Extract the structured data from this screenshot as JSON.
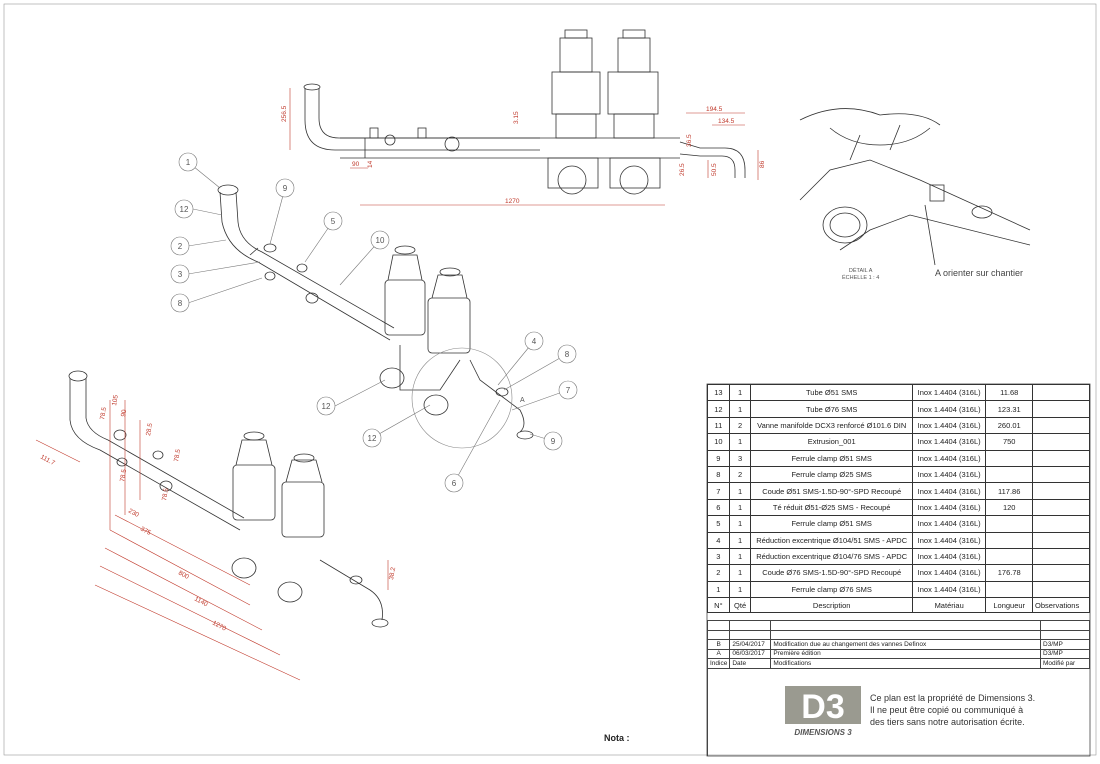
{
  "drawing": {
    "balloons": [
      "1",
      "12",
      "2",
      "3",
      "8",
      "9",
      "5",
      "10",
      "4",
      "8",
      "7",
      "12",
      "12",
      "6",
      "9"
    ],
    "top_view_dims": [
      "256.5",
      "90",
      "14",
      "1270",
      "3.15",
      "194.5",
      "134.5",
      "36.5",
      "26.5",
      "50.5",
      "86"
    ],
    "iso_dims": [
      "111.7",
      "78.5",
      "105",
      "90",
      "28.5",
      "78.5",
      "78.5",
      "78.5",
      "230",
      "375",
      "800",
      "1140",
      "1270",
      "38.2"
    ],
    "detail_title": "DÉTAIL A\nÉCHELLE 1 : 4",
    "detail_title_line1": "DÉTAIL A",
    "detail_title_line2": "ÉCHELLE 1 : 4",
    "detail_callout": "A orienter sur chantier",
    "section_label": "A",
    "nota_label": "Nota :"
  },
  "bom": {
    "headers": {
      "n": "N°",
      "q": "Qté",
      "d": "Description",
      "m": "Matériau",
      "l": "Longueur",
      "o": "Observations"
    },
    "rows": [
      {
        "n": "13",
        "q": "1",
        "d": "Tube Ø51 SMS",
        "m": "Inox 1.4404 (316L)",
        "l": "11.68",
        "o": ""
      },
      {
        "n": "12",
        "q": "1",
        "d": "Tube Ø76 SMS",
        "m": "Inox 1.4404 (316L)",
        "l": "123.31",
        "o": ""
      },
      {
        "n": "11",
        "q": "2",
        "d": "Vanne manifolde DCX3 renforcé Ø101.6 DIN",
        "m": "Inox 1.4404 (316L)",
        "l": "260.01",
        "o": ""
      },
      {
        "n": "10",
        "q": "1",
        "d": "Extrusion_001",
        "m": "Inox 1.4404 (316L)",
        "l": "750",
        "o": ""
      },
      {
        "n": "9",
        "q": "3",
        "d": "Ferrule clamp Ø51 SMS",
        "m": "Inox 1.4404 (316L)",
        "l": "",
        "o": ""
      },
      {
        "n": "8",
        "q": "2",
        "d": "Ferrule clamp Ø25 SMS",
        "m": "Inox 1.4404 (316L)",
        "l": "",
        "o": ""
      },
      {
        "n": "7",
        "q": "1",
        "d": "Coude Ø51 SMS-1.5D-90°-SPD Recoupé",
        "m": "Inox 1.4404 (316L)",
        "l": "117.86",
        "o": ""
      },
      {
        "n": "6",
        "q": "1",
        "d": "Té réduit Ø51-Ø25 SMS - Recoupé",
        "m": "Inox 1.4404 (316L)",
        "l": "120",
        "o": ""
      },
      {
        "n": "5",
        "q": "1",
        "d": "Ferrule clamp Ø51 SMS",
        "m": "Inox 1.4404 (316L)",
        "l": "",
        "o": ""
      },
      {
        "n": "4",
        "q": "1",
        "d": "Réduction excentrique Ø104/51 SMS - APDC",
        "m": "Inox 1.4404 (316L)",
        "l": "",
        "o": ""
      },
      {
        "n": "3",
        "q": "1",
        "d": "Réduction excentrique Ø104/76 SMS - APDC",
        "m": "Inox 1.4404 (316L)",
        "l": "",
        "o": ""
      },
      {
        "n": "2",
        "q": "1",
        "d": "Coude Ø76 SMS-1.5D-90°-SPD Recoupé",
        "m": "Inox 1.4404 (316L)",
        "l": "176.78",
        "o": ""
      },
      {
        "n": "1",
        "q": "1",
        "d": "Ferrule clamp Ø76 SMS",
        "m": "Inox 1.4404 (316L)",
        "l": "",
        "o": ""
      }
    ]
  },
  "revisions": {
    "rows": [
      {
        "i": "B",
        "date": "25/04/2017",
        "text": "Modification due au changement des vannes Definox",
        "by": "D3/MP"
      },
      {
        "i": "A",
        "date": "06/03/2017",
        "text": "Première édition",
        "by": "D3/MP"
      }
    ],
    "headers": {
      "i": "Indice",
      "date": "Date",
      "text": "Modifications",
      "by": "Modifié par"
    }
  },
  "title_block": {
    "logo_text": "D3",
    "company": "DIMENSIONS 3",
    "legal_line1": "Ce plan est la propriété de Dimensions 3.",
    "legal_line2": "Il ne peut être copié ou communiqué à",
    "legal_line3": "des tiers sans notre autorisation écrite."
  },
  "colors": {
    "line": "#333333",
    "dim": "#c0392b",
    "leader": "#777777"
  }
}
